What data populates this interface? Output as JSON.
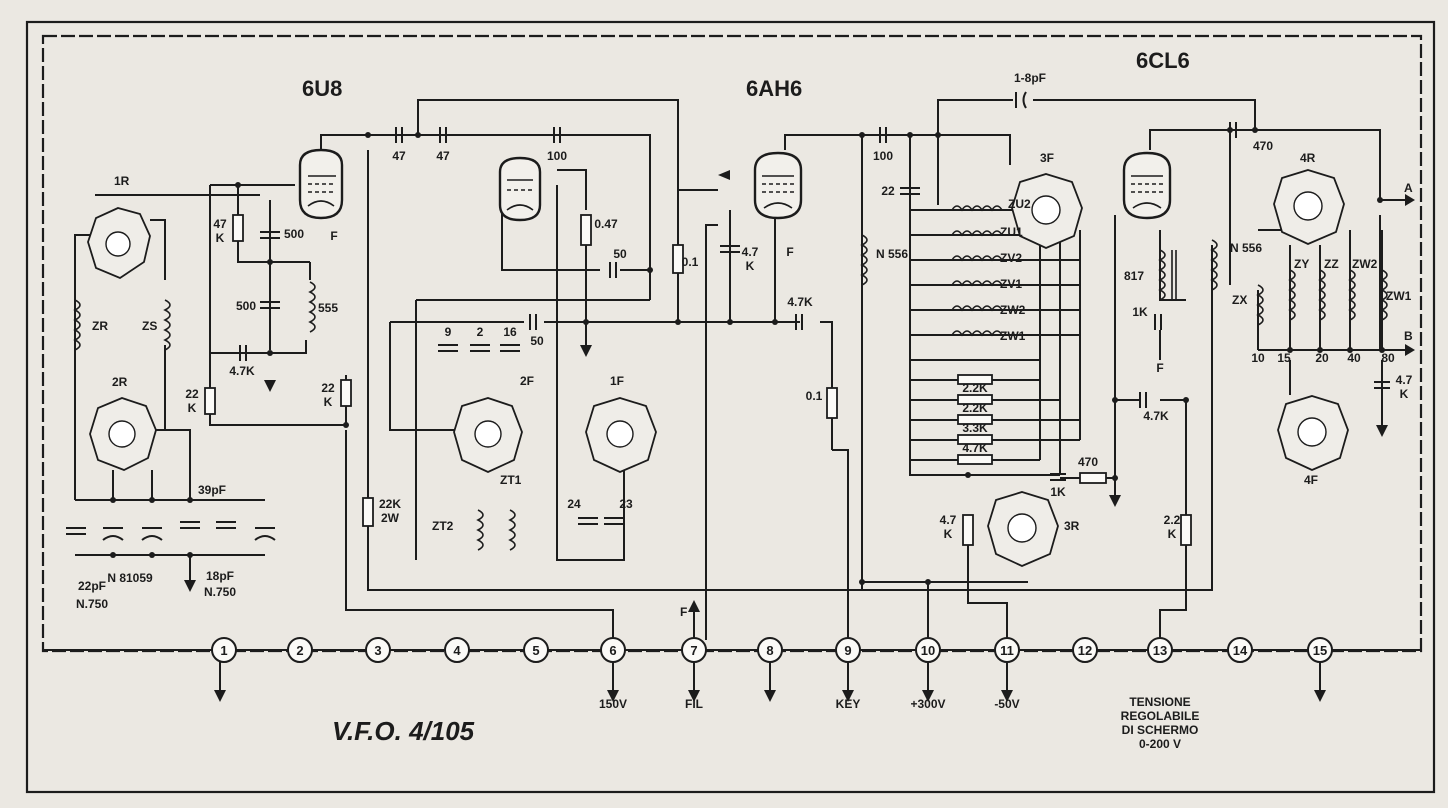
{
  "title": "V.F.O. 4/105",
  "tubes": [
    "6U8",
    "6AH6",
    "6CL6"
  ],
  "terminals": [
    "1",
    "2",
    "3",
    "4",
    "5",
    "6",
    "7",
    "8",
    "9",
    "10",
    "11",
    "12",
    "13",
    "14",
    "15"
  ],
  "terminal_labels": {
    "t6": "150V",
    "t7": "FIL",
    "t7_top": "F",
    "t9": "KEY",
    "t10": "+300V",
    "t11": "-50V",
    "t13": [
      "TENSIONE",
      "REGOLABILE",
      "DI SCHERMO",
      "0-200 V"
    ]
  },
  "switches": [
    "1R",
    "2R",
    "2F",
    "1F",
    "3F",
    "3R",
    "4R",
    "4F"
  ],
  "coils": [
    "ZR",
    "ZS",
    "555",
    "ZT2",
    "ZT1",
    "N 556",
    "ZU2",
    "ZU1",
    "ZV2",
    "ZV1",
    "ZW2",
    "ZW1",
    "817",
    "ZX",
    "ZY",
    "ZZ"
  ],
  "band_taps": [
    "10",
    "15",
    "20",
    "40",
    "80"
  ],
  "outputs": [
    "A",
    "B"
  ],
  "components": {
    "c47a": "47",
    "c47b": "47",
    "c100a": "100",
    "c100b": "100",
    "c50a": "50",
    "c50b": "50",
    "c500a": "500",
    "c500b": "500",
    "c22": "22",
    "c470a": "470",
    "c1_8": "1-8pF",
    "c39": "39pF",
    "c22pf": [
      "22pF",
      "N.750"
    ],
    "c18pf": [
      "18pF",
      "N.750"
    ],
    "n81059": "N 81059",
    "r47k": [
      "47",
      "K"
    ],
    "r22k_a": [
      "22",
      "K"
    ],
    "r22k_b": [
      "22",
      "K"
    ],
    "r22k2w": [
      "22K",
      "2W"
    ],
    "r047": "0.47",
    "r01a": "0.1",
    "r01b": "0.1",
    "r47k_a": "4.7K",
    "r47k_b": [
      "4.7",
      "K"
    ],
    "r47k_c": "4.7K",
    "r47k_d": "4.7K",
    "r47k_e": [
      "4.7",
      "K"
    ],
    "r47k_f": [
      "4.7",
      "K"
    ],
    "ladder": [
      "2.2K",
      "2.2K",
      "3.3K",
      "4.7K"
    ],
    "r1k_a": "1K",
    "r1k_b": "1K",
    "r470": "470",
    "r22k_c": [
      "2.2",
      "K"
    ],
    "c9": "9",
    "c2": "2",
    "c16": "16",
    "c24": "24",
    "c23": "23",
    "f": "F"
  }
}
